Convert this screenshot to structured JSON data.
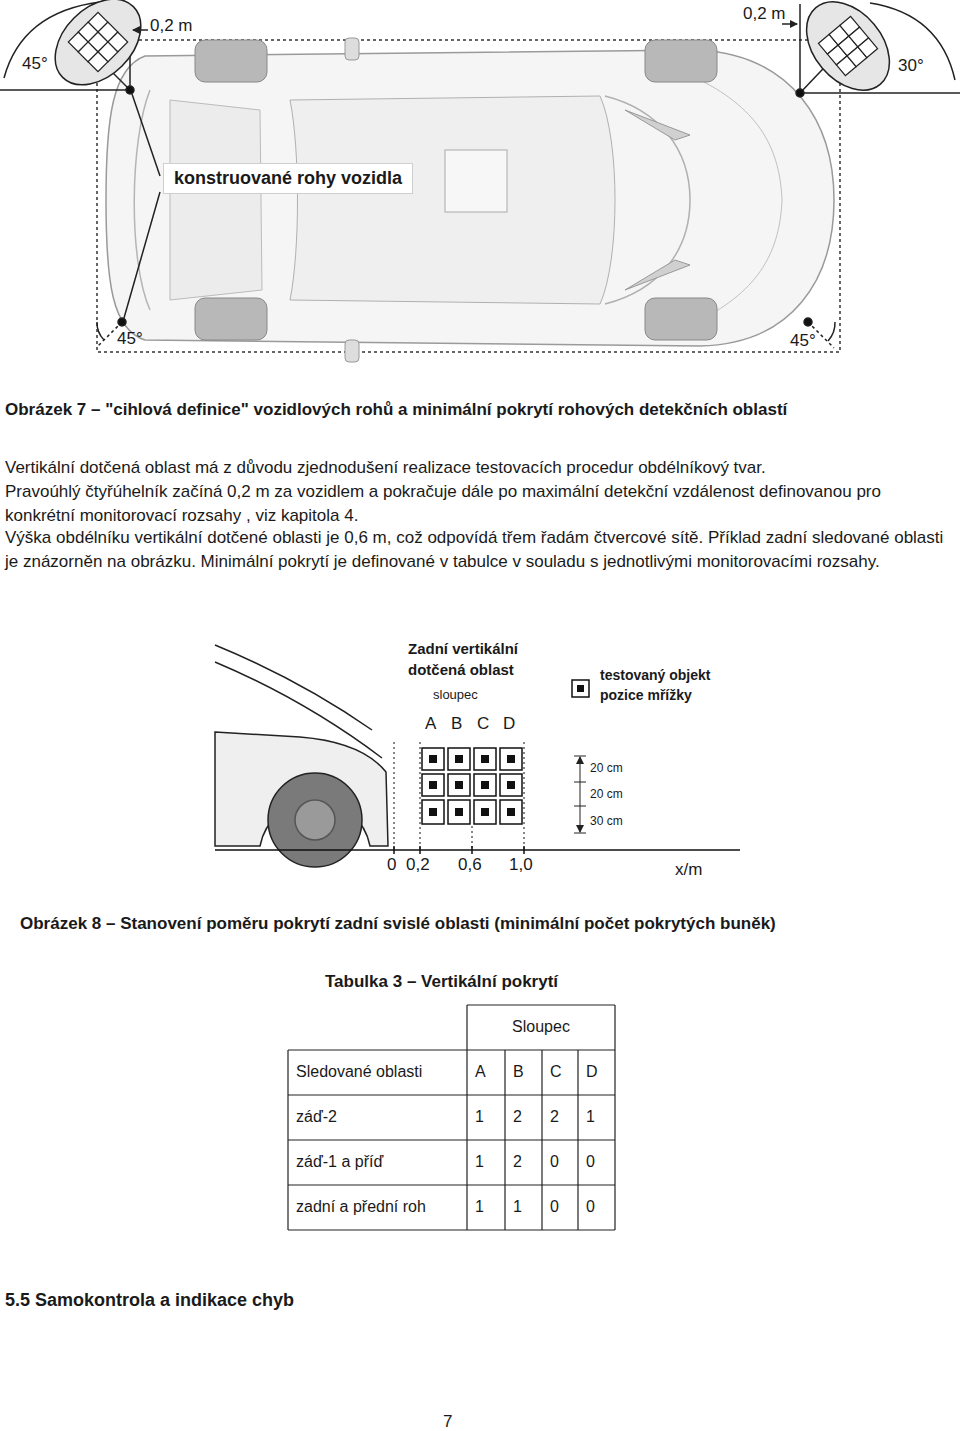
{
  "diagram": {
    "labels": [
      "0,2 m",
      "45°",
      "0,2 m",
      "30°",
      "konstruované rohy vozidla",
      "45°",
      "45°",
      "Obrázek 7 – \"cihlová definice\" vozidlových rohů a minimální pokrytí rohových detekčních oblastí",
      "Vertikální dotčená oblast má z důvodu zjednodušení realizace testovacích procedur obdélníkový tvar.",
      "Pravoúhlý čtyřúhelník začíná 0,2 m za vozidlem a pokračuje dále po maximální detekční vzdálenost definovanou pro konkrétní monitorovací rozsahy , viz kapitola 4.",
      "Výška obdélníku vertikální dotčené oblasti je 0,6 m, což odpovídá třem řadám čtvercové sítě. Příklad zadní sledované oblasti je znázorněn na obrázku. Minimální pokrytí je definované v tabulce v souladu s jednotlivými monitorovacími rozsahy.",
      "Zadní vertikální dotčená oblast",
      "sloupec",
      "A",
      "B",
      "C",
      "D",
      "20 cm",
      "20 cm",
      "30 cm",
      "0",
      "0,2",
      "0,6",
      "1,0",
      "x/m",
      "Obrázek 8 – Stanovení poměru pokrytí zadní svislé oblasti (minimální počet pokrytých buněk)",
      "Tabulka 3 – Vertikální pokrytí",
      "Sloupec",
      "Sledované oblasti",
      "A",
      "B",
      "C",
      "D",
      "záď-2",
      "1",
      "2",
      "2",
      "1",
      "záď-1 a příď",
      "1",
      "2",
      "0",
      "0",
      "zadní a přední roh",
      "1",
      "1",
      "0",
      "0",
      "5.5 Samokontrola a indikace chyb",
      "7"
    ],
    "legend": [
      {
        "text": "testovaný objekt pozice mřížky"
      }
    ]
  }
}
